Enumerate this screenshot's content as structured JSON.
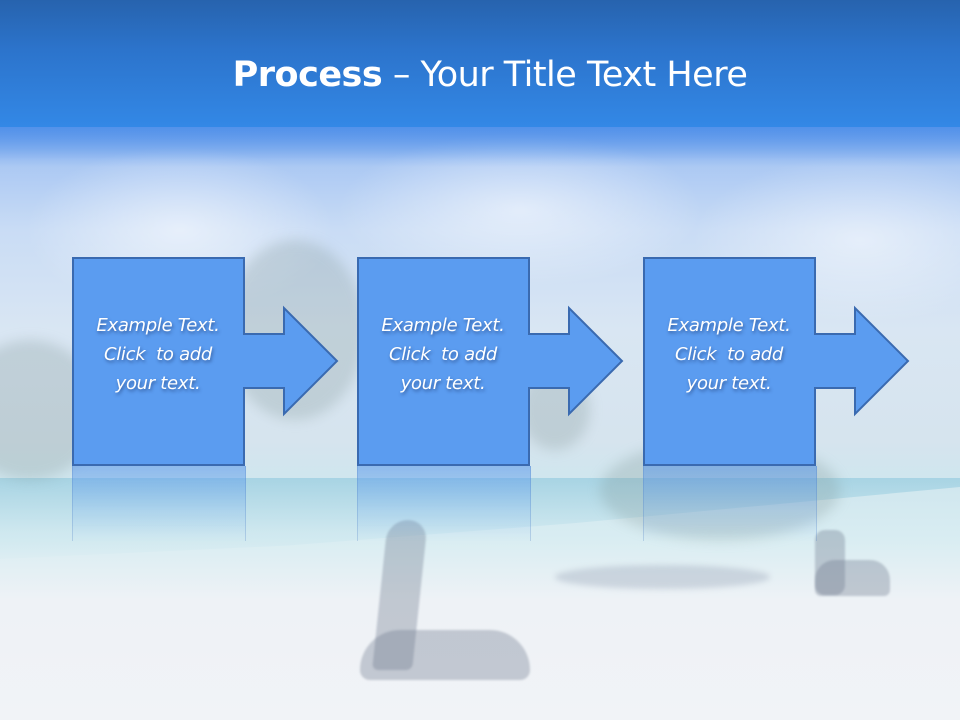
{
  "slide": {
    "title": {
      "bold": "Process",
      "rest": " – Your Title Text Here"
    },
    "colors": {
      "header_top": "#2763ae",
      "header_bottom": "#3388e6",
      "shape_fill": "#5b9cf0",
      "shape_stroke": "#3a6ab0",
      "text": "#ffffff"
    },
    "process_steps": [
      {
        "line1": "Example Text.",
        "line2": "Click  to add",
        "line3": "your text.",
        "icon": "right-arrow-icon"
      },
      {
        "line1": "Example Text.",
        "line2": "Click  to add",
        "line3": "your text.",
        "icon": "right-arrow-icon"
      },
      {
        "line1": "Example Text.",
        "line2": "Click  to add",
        "line3": "your text.",
        "icon": "right-arrow-icon"
      }
    ]
  }
}
